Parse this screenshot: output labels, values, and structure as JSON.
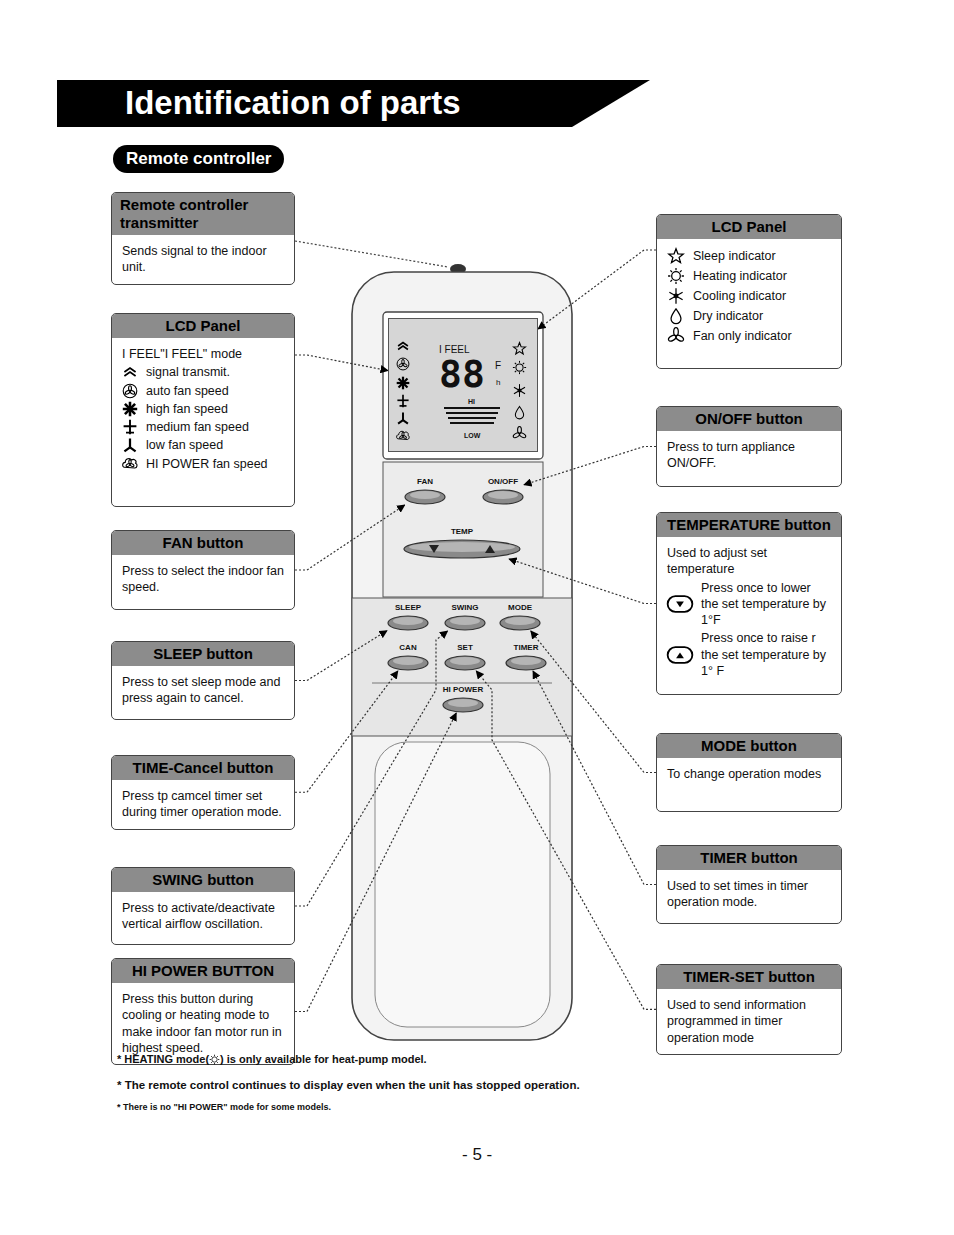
{
  "diagram": {
    "title": "Identification of parts",
    "nodes": [
      {
        "text": [
          "Remote controller"
        ]
      },
      {
        "text": [
          "Remote controller transmitter",
          "Sends signal to the indoor unit."
        ]
      },
      {
        "text": [
          "LCD Panel",
          "Sleep indicator",
          "Heating indicator",
          "Cooling indicator",
          "Dry indicator",
          "Fan only indicator"
        ]
      },
      {
        "text": [
          "LCD Panel",
          "I FEEL\"I FEEL\" mode",
          "signal transmit.",
          "auto fan speed",
          "high fan speed",
          "medium fan speed",
          "low fan speed",
          "HI POWER fan speed"
        ]
      },
      {
        "text": [
          "I FEEL",
          "88",
          "F",
          "h",
          "HI",
          "LOW"
        ]
      },
      {
        "text": [
          "ON/OFF button",
          "Press to turn appliance ON/OFF."
        ]
      },
      {
        "text": [
          "FAN"
        ]
      },
      {
        "text": [
          "ON/OFF"
        ]
      },
      {
        "text": [
          "FAN button",
          "Press to select the indoor fan speed."
        ]
      },
      {
        "text": [
          "TEMPERATURE button",
          "Used to adjust set temperature",
          "Press once to lower the set temperature by 1°F",
          "Press once to raise r the set temperature by 1° F"
        ]
      },
      {
        "text": [
          "TEMP"
        ]
      },
      {
        "text": [
          "SLEEP"
        ]
      },
      {
        "text": [
          "SWING"
        ]
      },
      {
        "text": [
          "MODE"
        ]
      },
      {
        "text": [
          "SLEEP button",
          "Press to set sleep mode and press again to cancel."
        ]
      },
      {
        "text": [
          "CAN"
        ]
      },
      {
        "text": [
          "SET"
        ]
      },
      {
        "text": [
          "TIMER"
        ]
      },
      {
        "text": [
          "HI POWER"
        ]
      },
      {
        "text": [
          "MODE button",
          "To change operation modes"
        ]
      },
      {
        "text": [
          "TIME-Cancel button",
          "Press tp camcel timer set during timer operation mode."
        ]
      },
      {
        "text": [
          "TIMER button",
          "Used to set times in timer operation mode."
        ]
      },
      {
        "text": [
          "SWING button",
          "Press to activate/deactivate vertical airflow oscillation."
        ]
      },
      {
        "text": [
          "TIMER-SET button",
          "Used to send information programmed in timer operation mode"
        ]
      },
      {
        "text": [
          "HI POWER BUTTON",
          "Press this button during cooling or heating mode to make indoor fan motor run in highest speed."
        ]
      }
    ],
    "edges": [
      {
        "from": 3,
        "to": 4,
        "arrow": "to"
      },
      {
        "from": 2,
        "to": 4,
        "arrow": "to"
      },
      {
        "from": 5,
        "to": 7,
        "arrow": "to"
      },
      {
        "from": 8,
        "to": 6,
        "arrow": "to"
      },
      {
        "from": 9,
        "to": 10,
        "arrow": "to"
      },
      {
        "from": 14,
        "to": 11,
        "arrow": "to"
      },
      {
        "from": 19,
        "to": 13,
        "arrow": "to"
      },
      {
        "from": 20,
        "to": 15,
        "arrow": "to"
      },
      {
        "from": 21,
        "to": 17,
        "arrow": "to"
      },
      {
        "from": 22,
        "to": 12,
        "arrow": "to"
      },
      {
        "from": 23,
        "to": 16,
        "arrow": "to"
      },
      {
        "from": 24,
        "to": 18,
        "arrow": "to"
      }
    ],
    "labels": [
      "* HEATING mode(",
      ") is only available for heat-pump model.",
      "* The remote control continues to display even when the unit has stopped operation.",
      "* There is no \"HI POWER\" mode for some models.",
      "- 5 -"
    ]
  }
}
